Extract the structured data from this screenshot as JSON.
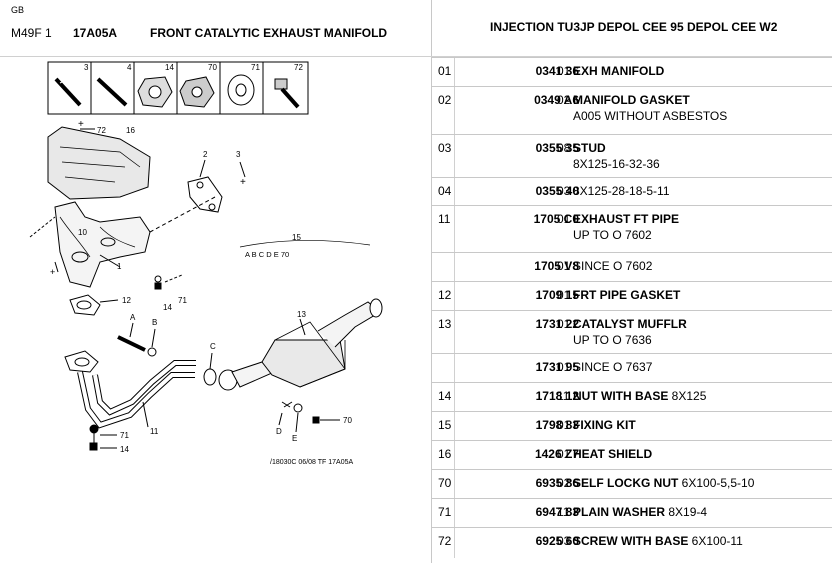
{
  "header": {
    "lang": "GB",
    "model_code": "M49F 1",
    "group_code": "17A05A",
    "section_title": "FRONT CATALYTIC EXHAUST MANIFOLD",
    "vehicle_title": "INJECTION TU3JP DEPOL CEE 95 DEPOL CEE W2"
  },
  "diagram": {
    "strip_labels": [
      "3",
      "4",
      "14",
      "70",
      "71",
      "72"
    ],
    "callouts": {
      "c72": "72",
      "c16": "16",
      "c2": "2",
      "c3": "3",
      "c10": "10",
      "c1": "1",
      "c15": "15",
      "c14a": "14",
      "c71a": "71",
      "c12": "12",
      "cA": "A",
      "cB": "B",
      "c13": "13",
      "cC": "C",
      "cD": "D",
      "cE": "E",
      "c70": "70",
      "c11": "11",
      "c71b": "71",
      "c14b": "14"
    },
    "scale_labels": "A  B  C  D  E  70",
    "footer_ref": "/18030C    06/08  TF 17A05A"
  },
  "parts": [
    {
      "ref": "01",
      "pn": "0341 36",
      "qty": "01",
      "desc": "EXH MANIFOLD",
      "extra": "",
      "sub": ""
    },
    {
      "ref": "02",
      "pn": "0349 A6",
      "qty": "02",
      "desc": "MANIFOLD GASKET",
      "extra": "",
      "sub": "A005 WITHOUT ASBESTOS"
    },
    {
      "ref": "03",
      "pn": "0355 35",
      "qty": "08",
      "desc": "STUD",
      "extra": "",
      "sub": "8X125-16-32-36"
    },
    {
      "ref": "04",
      "pn": "0355 40",
      "qty": "03",
      "desc": "",
      "extra": "8X125-28-18-5-11",
      "sub": ""
    },
    {
      "ref": "11",
      "pn": "1705 C0",
      "qty": "01",
      "desc": "EXHAUST FT PIPE",
      "extra": "",
      "sub": "UP TO O 7602"
    },
    {
      "ref": "",
      "pn": "1705 V8",
      "qty": "01",
      "desc": "",
      "extra": "SINCE O 7602",
      "sub": ""
    },
    {
      "ref": "12",
      "pn": "1709 15",
      "qty": "01",
      "desc": "FRT PIPE GASKET",
      "extra": "",
      "sub": ""
    },
    {
      "ref": "13",
      "pn": "1731 22",
      "qty": "01",
      "desc": "CATALYST  MUFFLR",
      "extra": "",
      "sub": "UP TO O 7636"
    },
    {
      "ref": "",
      "pn": "1731 95",
      "qty": "01",
      "desc": "",
      "extra": "SINCE O 7637",
      "sub": ""
    },
    {
      "ref": "14",
      "pn": "1718 12",
      "qty": "11",
      "desc": "NUT WITH BASE",
      "extra": " 8X125",
      "sub": ""
    },
    {
      "ref": "15",
      "pn": "1798 83",
      "qty": "01",
      "desc": "FIXING KIT",
      "extra": "",
      "sub": ""
    },
    {
      "ref": "16",
      "pn": "1426 Z7",
      "qty": "01",
      "desc": "HEAT  SHIELD",
      "extra": "",
      "sub": ""
    },
    {
      "ref": "70",
      "pn": "6935 86",
      "qty": "02",
      "desc": "SELF LOCKG NUT",
      "extra": " 6X100-5,5-10",
      "sub": ""
    },
    {
      "ref": "71",
      "pn": "6947 83",
      "qty": "11",
      "desc": "PLAIN WASHER",
      "extra": " 8X19-4",
      "sub": ""
    },
    {
      "ref": "72",
      "pn": "6925 60",
      "qty": "03",
      "desc": "SCREW WITH BASE",
      "extra": " 6X100-11",
      "sub": ""
    }
  ]
}
